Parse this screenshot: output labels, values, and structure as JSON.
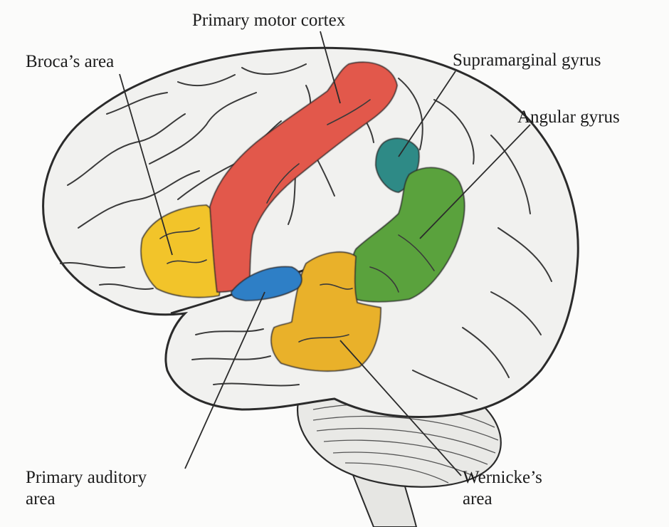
{
  "labels": {
    "primary_motor_cortex": "Primary motor cortex",
    "brocas_area": "Broca’s area",
    "supramarginal_gyrus": "Supramarginal gyrus",
    "angular_gyrus": "Angular gyrus",
    "primary_auditory_area": [
      "Primary auditory",
      "area"
    ],
    "wernickes_area": [
      "Wernicke’s",
      "area"
    ]
  },
  "colors": {
    "background": "#fbfbfa",
    "cortex": "#f1f1ef",
    "outline": "#2b2b2b",
    "brocas_area": "#f2c42c",
    "primary_motor_cortex": "#e2584c",
    "supramarginal_gyrus": "#2d8a86",
    "angular_gyrus": "#5aa23c",
    "primary_auditory_area": "#2e7fc6",
    "wernickes_area": "#e9b12a"
  }
}
